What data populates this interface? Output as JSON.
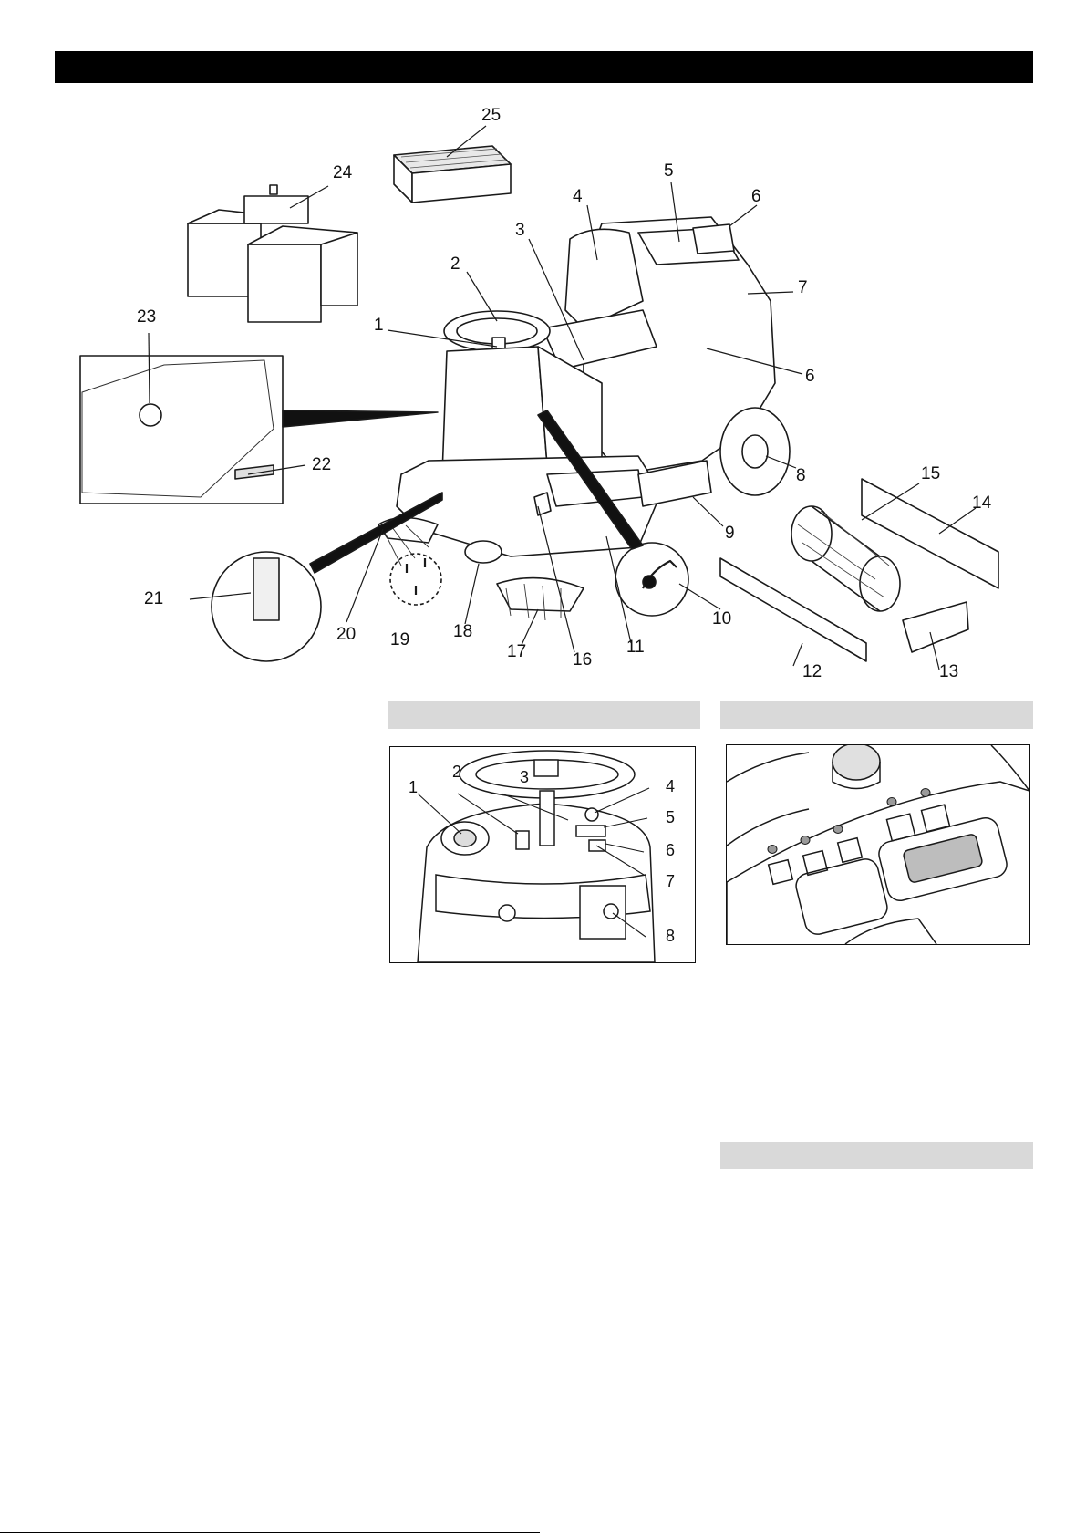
{
  "main_figure": {
    "callouts": [
      "1",
      "2",
      "3",
      "4",
      "5",
      "6",
      "7",
      "6",
      "8",
      "9",
      "10",
      "11",
      "12",
      "13",
      "14",
      "15",
      "16",
      "17",
      "18",
      "19",
      "20",
      "21",
      "22",
      "23",
      "24",
      "25"
    ]
  },
  "control_panel_figure": {
    "callouts": [
      "1",
      "2",
      "3",
      "4",
      "5",
      "6",
      "7",
      "8"
    ]
  },
  "colors": {
    "header_bar": "#000000",
    "section_bar": "#d9d9d9",
    "line_art": "#1a1a1a"
  }
}
